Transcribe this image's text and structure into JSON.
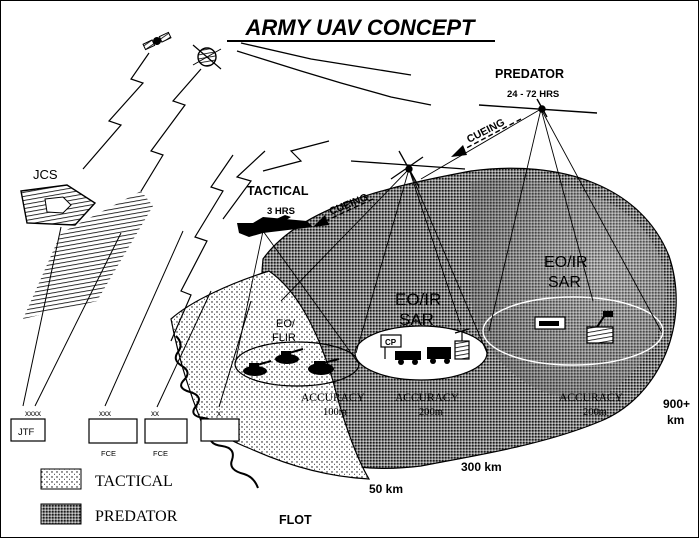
{
  "title": "ARMY UAV CONCEPT",
  "labels": {
    "predator": "PREDATOR",
    "predator_endurance": "24 - 72 HRS",
    "tactical": "TACTICAL",
    "tactical_endurance": "3 HRS",
    "cueing": "CUEING",
    "jcs": "JCS",
    "sensor_tactical": [
      "EO/",
      "FLIR"
    ],
    "sensor_mid": [
      "EO/IR",
      "SAR"
    ],
    "sensor_far": [
      "EO/IR",
      "SAR"
    ],
    "cp": "CP",
    "accuracy": "ACCURACY",
    "acc_near": "100m",
    "acc_mid": "200m",
    "acc_far": "200m",
    "range_50": "50 km",
    "range_300": "300 km",
    "range_900": [
      "900+",
      "km"
    ],
    "flot": "FLOT"
  },
  "echelons": [
    {
      "mark": "xxxx",
      "unit": "JTF"
    },
    {
      "mark": "xxx",
      "unit": "FCE"
    },
    {
      "mark": "xx",
      "unit": "FCE"
    },
    {
      "mark": "x",
      "unit": ""
    }
  ],
  "legend": [
    {
      "label": "TACTICAL",
      "pattern": "light-dots"
    },
    {
      "label": "PREDATOR",
      "pattern": "dense-dots"
    }
  ],
  "colors": {
    "ink": "#000000",
    "paper": "#ffffff"
  }
}
